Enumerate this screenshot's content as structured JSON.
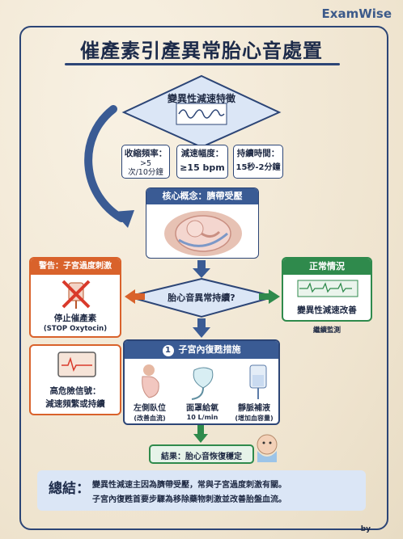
{
  "brand": "ExamWise",
  "title": "催產素引產異常胎心音處置",
  "decel": {
    "label": "變異性減速特徵",
    "features": [
      {
        "title": "收縮頻率：",
        "value": ">5\n次/10分鐘"
      },
      {
        "title": "減速幅度：",
        "value": "≥15 bpm"
      },
      {
        "title": "持續時間：",
        "value": "15秒-2分鐘"
      }
    ]
  },
  "core": {
    "label": "核心概念：臍帶受壓"
  },
  "decision": {
    "label": "胎心音異常持續?"
  },
  "warning": {
    "header": "警告：子宮過度刺激",
    "action": "停止催產素",
    "action_en": "(STOP Oxytocin)"
  },
  "high_risk": {
    "label": "高危險信號：",
    "detail": "減速頻繁或持續"
  },
  "normal": {
    "header": "正常情況",
    "label": "變異性減速改善",
    "note": "繼續監測"
  },
  "resus": {
    "number": "1",
    "header": "子宮內復甦措施",
    "items": [
      {
        "label": "左側臥位",
        "sub": "(改善血流)"
      },
      {
        "label": "面罩給氧",
        "sub": "10 L/min"
      },
      {
        "label": "靜脈補液",
        "sub": "(增加血容量)"
      }
    ]
  },
  "result": {
    "label": "結果：胎心音恢復穩定"
  },
  "summary": {
    "title": "總結：",
    "line1": "變異性減速主因為臍帶受壓，常與子宮過度刺激有關。",
    "line2": "子宮內復甦首要步驟為移除藥物刺激並改善胎盤血流。"
  },
  "footer": "by",
  "colors": {
    "navy": "#2c4576",
    "orange": "#d9622b",
    "green": "#2f8a4c",
    "blue_fill": "#dbe6f6"
  }
}
